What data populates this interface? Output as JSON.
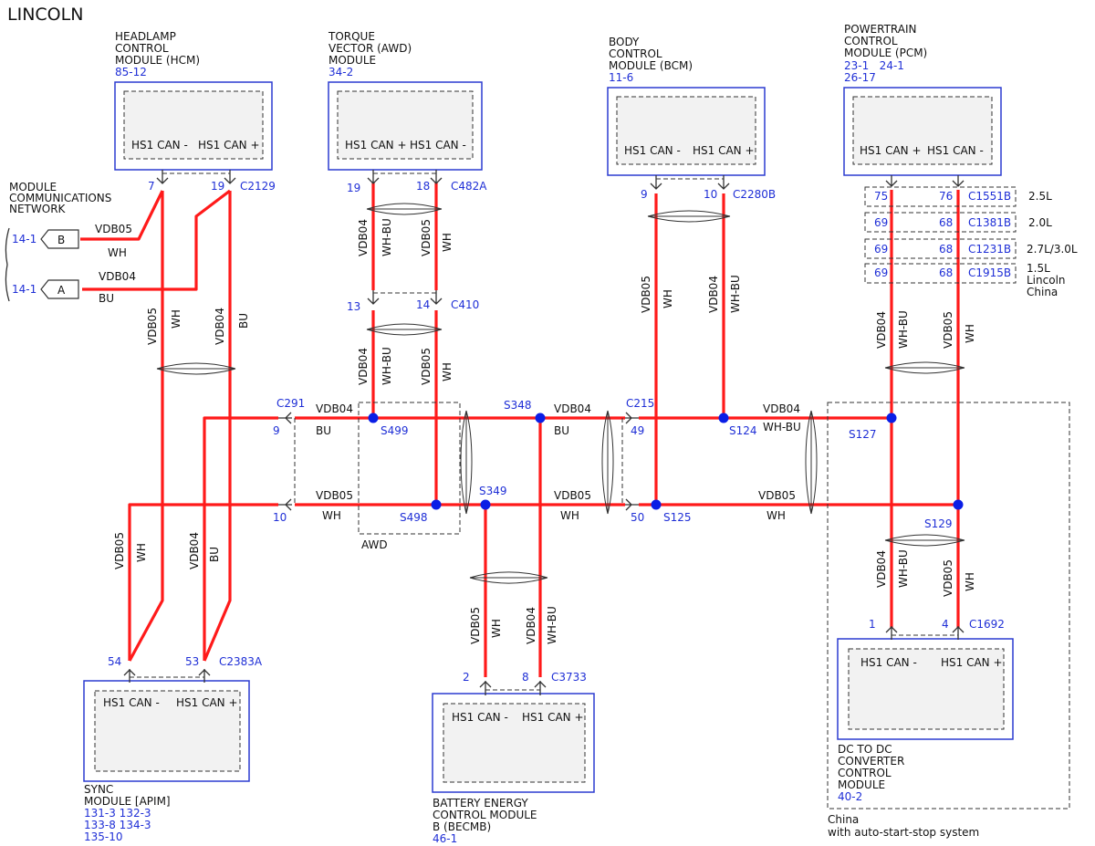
{
  "title": "LINCOLN",
  "network": {
    "label": [
      "MODULE",
      "COMMUNICATIONS",
      "NETWORK"
    ],
    "ref_b": "14-1",
    "tag_b": "B",
    "wire_b": "VDB05",
    "color_b": "WH",
    "ref_a": "14-1",
    "tag_a": "A",
    "wire_a": "VDB04",
    "color_a": "BU"
  },
  "modules": {
    "hcm": {
      "name": [
        "HEADLAMP",
        "CONTROL",
        "MODULE (HCM)"
      ],
      "refs": [
        "85-12"
      ],
      "pin_left": "HS1 CAN -",
      "pin_right": "HS1 CAN +"
    },
    "awd": {
      "name": [
        "TORQUE",
        "VECTOR (AWD)",
        "MODULE"
      ],
      "refs": [
        "34-2"
      ],
      "pin_left": "HS1 CAN +",
      "pin_right": "HS1 CAN -"
    },
    "bcm": {
      "name": [
        "BODY",
        "CONTROL",
        "MODULE (BCM)"
      ],
      "refs": [
        "11-6"
      ],
      "pin_left": "HS1 CAN -",
      "pin_right": "HS1 CAN +"
    },
    "pcm": {
      "name": [
        "POWERTRAIN",
        "CONTROL",
        "MODULE (PCM)"
      ],
      "refs": [
        "23-1   24-1",
        "26-17"
      ],
      "pin_left": "HS1 CAN +",
      "pin_right": "HS1 CAN -"
    },
    "apim": {
      "name": [
        "SYNC",
        "MODULE [APIM]"
      ],
      "refs": [
        "131-3 132-3",
        "133-8 134-3",
        "135-10"
      ],
      "pin_left": "HS1 CAN -",
      "pin_right": "HS1 CAN +"
    },
    "becmb": {
      "name": [
        "BATTERY ENERGY",
        "CONTROL MODULE",
        "B (BECMB)"
      ],
      "refs": [
        "46-1"
      ],
      "pin_left": "HS1 CAN -",
      "pin_right": "HS1 CAN +"
    },
    "dcdc": {
      "name": [
        "DC TO DC",
        "CONVERTER",
        "CONTROL",
        "MODULE"
      ],
      "refs": [
        "40-2"
      ],
      "pin_left": "HS1 CAN -",
      "pin_right": "HS1 CAN +"
    }
  },
  "connectors": {
    "c2129": {
      "name": "C2129",
      "pin_a": "7",
      "pin_b": "19"
    },
    "c482a": {
      "name": "C482A",
      "pin_a": "19",
      "pin_b": "18"
    },
    "c410": {
      "name": "C410",
      "pin_a": "13",
      "pin_b": "14"
    },
    "c2280b": {
      "name": "C2280B",
      "pin_a": "9",
      "pin_b": "10"
    },
    "c1551b": {
      "name": "C1551B",
      "pin_a": "75",
      "pin_b": "76",
      "variant": "2.5L"
    },
    "c1381b": {
      "name": "C1381B",
      "pin_a": "69",
      "pin_b": "68",
      "variant": "2.0L"
    },
    "c1231b": {
      "name": "C1231B",
      "pin_a": "69",
      "pin_b": "68",
      "variant": "2.7L/3.0L"
    },
    "c1915b": {
      "name": "C1915B",
      "pin_a": "69",
      "pin_b": "68",
      "variant": [
        "1.5L",
        "Lincoln",
        "China"
      ]
    },
    "c291": {
      "name": "C291",
      "pin_a": "9",
      "pin_b": "10"
    },
    "c215": {
      "name": "C215",
      "pin_a": "49",
      "pin_b": "50"
    },
    "c2383a": {
      "name": "C2383A",
      "pin_a": "54",
      "pin_b": "53"
    },
    "c3733": {
      "name": "C3733",
      "pin_a": "2",
      "pin_b": "8"
    },
    "c1692": {
      "name": "C1692",
      "pin_a": "1",
      "pin_b": "4"
    }
  },
  "splices": [
    "S499",
    "S498",
    "S348",
    "S349",
    "S124",
    "S125",
    "S127",
    "S129"
  ],
  "wires": {
    "vdb04": "VDB04",
    "vdb05": "VDB05",
    "wh": "WH",
    "bu": "BU",
    "whbu": "WH-BU"
  },
  "notes": {
    "awd": "AWD",
    "china": [
      "China",
      "with auto-start-stop system"
    ]
  },
  "colors": {
    "wire": "#ff1a1a",
    "module_border": "#2b3bd0",
    "ref_text": "#1f2fd6",
    "splice": "#0a1ee6"
  }
}
